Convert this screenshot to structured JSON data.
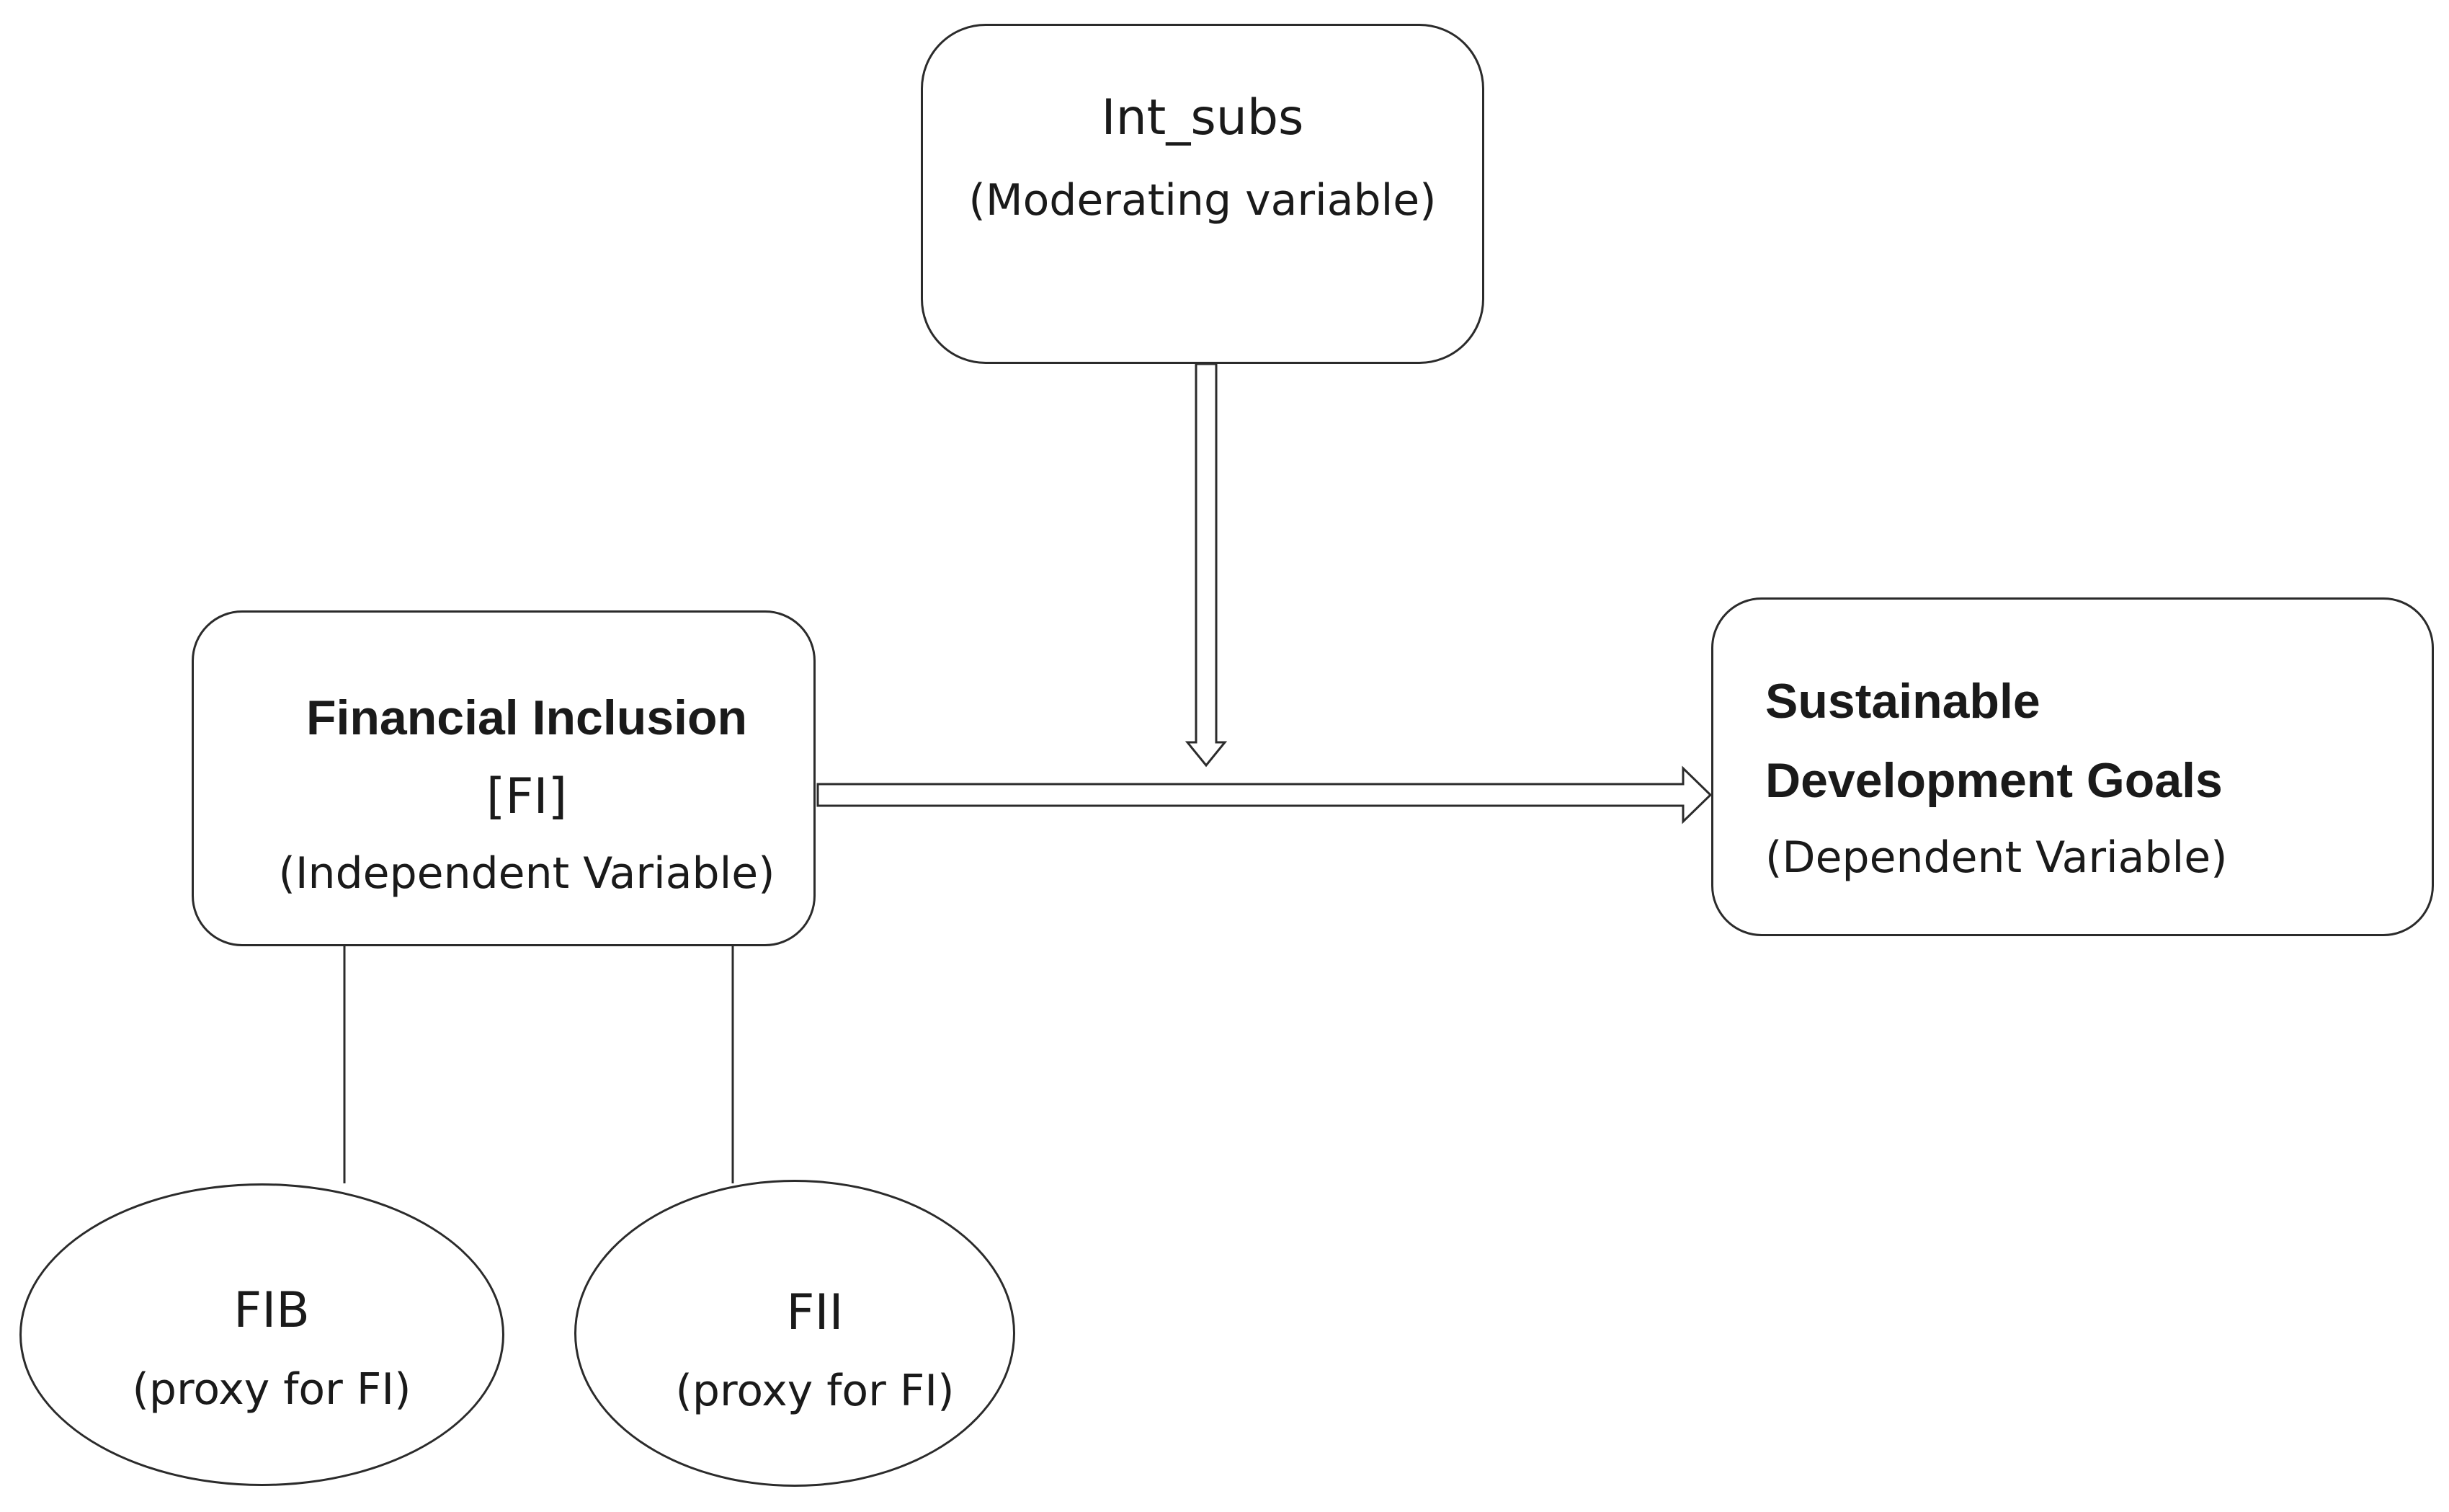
{
  "moderator": {
    "name": "Int_subs",
    "role": "(Moderating variable)"
  },
  "independent": {
    "name": "Financial Inclusion",
    "abbr": "[FI]",
    "role": "(Independent Variable)"
  },
  "dependent": {
    "name_line1": "Sustainable",
    "name_line2": "Development Goals",
    "role": "(Dependent Variable)"
  },
  "proxies": [
    {
      "name": "FIB",
      "role": "(proxy for FI)"
    },
    {
      "name": "FII",
      "role": "(proxy for FI)"
    }
  ],
  "colors": {
    "stroke": "#2b2b2b",
    "fill": "#ffffff",
    "text": "#1a1a1a"
  }
}
